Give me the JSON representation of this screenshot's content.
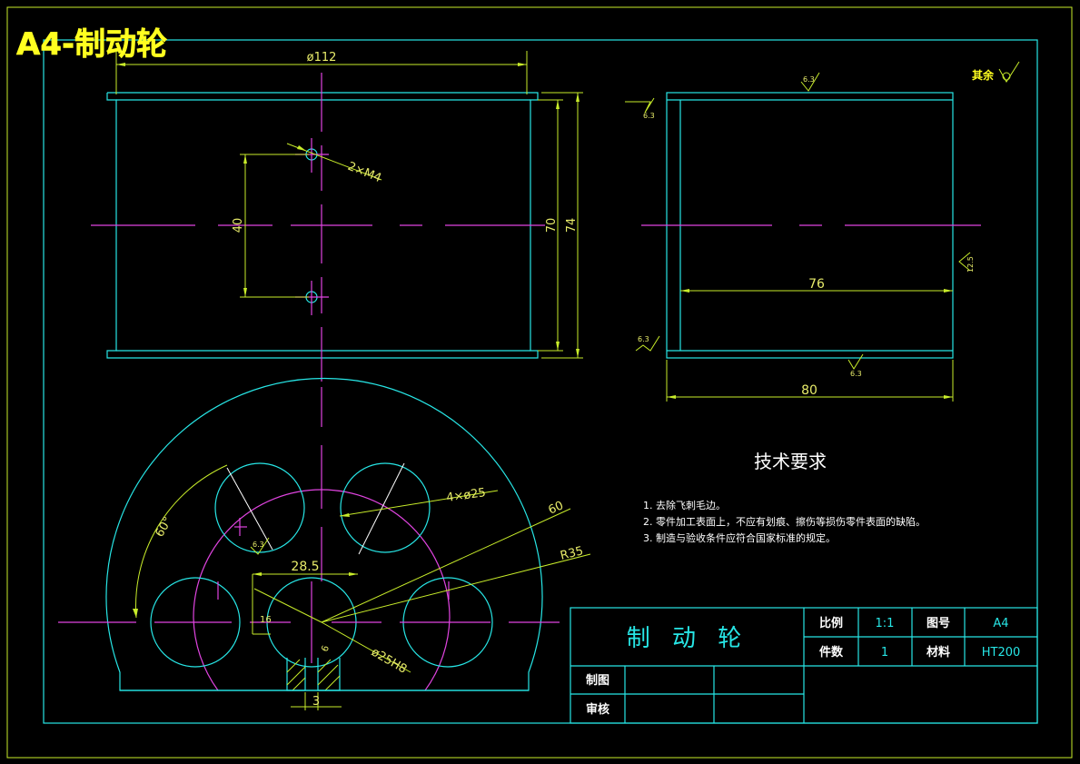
{
  "sheet_title": "A4-制动轮",
  "views": {
    "front": {
      "dim_outer_dia": "ø112",
      "dim_hole_spacing": "40",
      "dim_inner_height": "70",
      "dim_outer_height": "74",
      "thread_callout": "2×M4"
    },
    "side": {
      "dim_inner_width": "76",
      "dim_overall_width": "80",
      "roughness_top": "6.3",
      "roughness_left_top": "6.3",
      "roughness_left_bottom": "6.3",
      "roughness_bottom": "6.3",
      "roughness_right": "12.5",
      "roughness_other": "其余"
    },
    "section": {
      "dim_angle": "60°",
      "dim_holes": "4×ø25",
      "dim_pcd": "60",
      "dim_radius": "R35",
      "dim_width": "28.5",
      "dim_left": "16",
      "dim_bore": "ø25H8",
      "dim_key": "3",
      "dim_key_depth": "6",
      "roughness_hole": "6.3"
    }
  },
  "tech_requirements": {
    "heading": "技术要求",
    "items": [
      "1. 去除飞刺毛边。",
      "2. 零件加工表面上，不应有划痕、擦伤等损伤零件表面的缺陷。",
      "3. 制造与验收条件应符合国家标准的规定。"
    ]
  },
  "title_block": {
    "part_name": "制 动 轮",
    "scale_label": "比例",
    "scale_value": "1:1",
    "drawing_no_label": "图号",
    "drawing_no_value": "A4",
    "quantity_label": "件数",
    "quantity_value": "1",
    "material_label": "材料",
    "material_value": "HT200",
    "drawn_by_label": "制图",
    "checked_by_label": "审核"
  },
  "colors": {
    "outline": "#27e6e6",
    "dimension": "#e8ec6a",
    "centerline": "#e044e0",
    "sheet_title": "#ffff20",
    "background": "#000000"
  }
}
